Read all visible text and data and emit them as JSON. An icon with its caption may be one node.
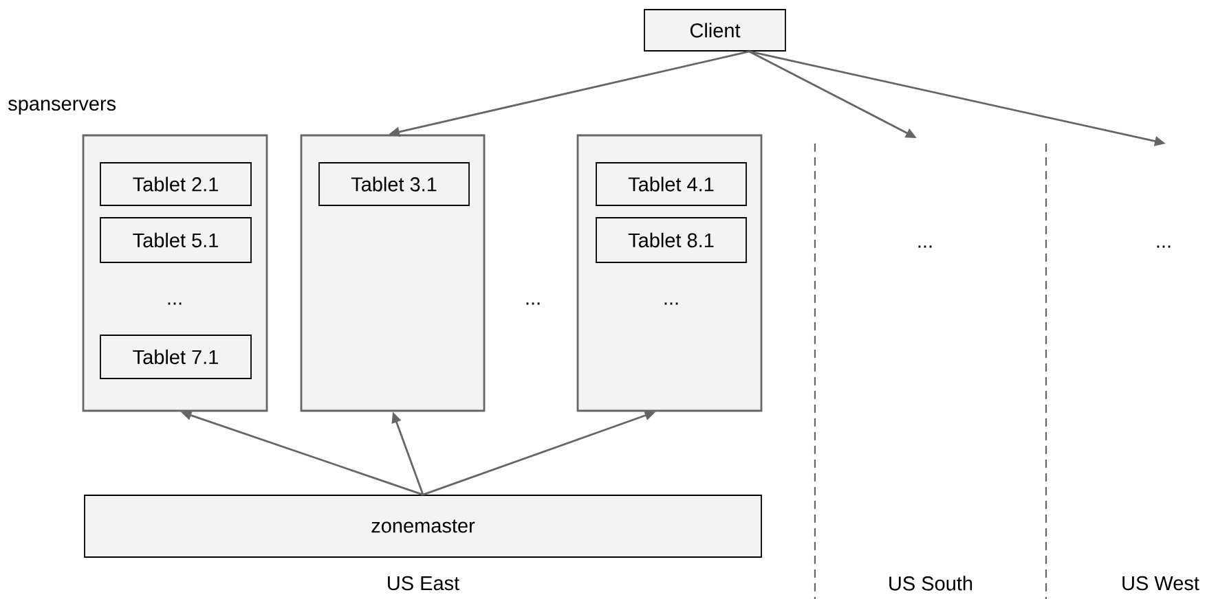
{
  "diagram": {
    "nodes": [
      {
        "text": [
          "Client"
        ]
      },
      {
        "text": [
          "..."
        ]
      },
      {
        "text": [
          "Tablet 2.1"
        ],
        "in": 1
      },
      {
        "text": [
          "Tablet 5.1"
        ],
        "in": 1
      },
      {
        "text": [
          "Tablet 7.1"
        ],
        "in": 1
      },
      {
        "text": [],
        "shape": "box"
      },
      {
        "text": [
          "Tablet 3.1"
        ],
        "in": 5
      },
      {
        "text": [
          "..."
        ]
      },
      {
        "text": [
          "Tablet 4.1"
        ],
        "in": 7
      },
      {
        "text": [
          "Tablet 8.1"
        ],
        "in": 7
      },
      {
        "text": [
          "zonemaster"
        ]
      }
    ],
    "edges": [
      {
        "from": 0,
        "to": 5,
        "arrow": "to"
      },
      {
        "from": 0,
        "to": null,
        "arrow": "to"
      },
      {
        "from": 0,
        "to": null,
        "arrow": "to"
      },
      {
        "from": 10,
        "to": 1,
        "arrow": "to"
      },
      {
        "from": 10,
        "to": 5,
        "arrow": "to"
      },
      {
        "from": 10,
        "to": 7,
        "arrow": "to"
      }
    ],
    "labels": [
      "spanservers",
      "...",
      "...",
      "...",
      "US East",
      "US South",
      "US West"
    ]
  }
}
